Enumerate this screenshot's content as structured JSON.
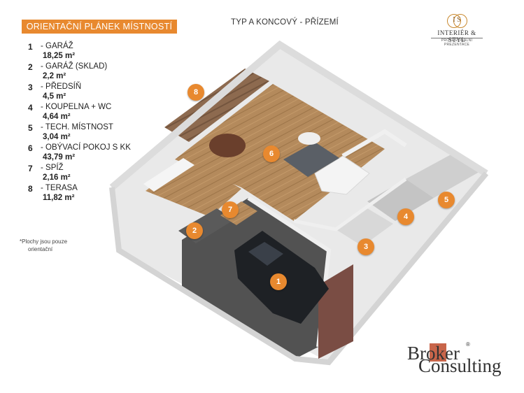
{
  "header": {
    "badge_text": "ORIENTAČNÍ PLÁNEK MÍSTNOSTÍ",
    "plan_title": "TYP A KONCOVÝ - PŘÍZEMÍ"
  },
  "rooms": [
    {
      "number": "1",
      "name": "- GARÁŽ",
      "area": "18,25 m²"
    },
    {
      "number": "2",
      "name": "- GARÁŽ (SKLAD)",
      "area": "2,2 m²"
    },
    {
      "number": "3",
      "name": "- PŘEDSÍŇ",
      "area": "4,5 m²"
    },
    {
      "number": "4",
      "name": "- KOUPELNA + WC",
      "area": "4,64 m²"
    },
    {
      "number": "5",
      "name": "- TECH. MÍSTNOST",
      "area": "3,04 m²"
    },
    {
      "number": "6",
      "name": "- OBÝVACÍ POKOJ S KK",
      "area": "43,79 m²"
    },
    {
      "number": "7",
      "name": "- SPÍŽ",
      "area": "2,16 m²"
    },
    {
      "number": "8",
      "name": "- TERASA",
      "area": "11,82 m²"
    }
  ],
  "footnote": {
    "line1": "*Plochy jsou pouze",
    "line2": "orientační"
  },
  "logo_interier": {
    "monogram": "I S",
    "name": "INTERIÉR & STYL",
    "tagline": "PROFESIONÁLNÍ PREZENTACE"
  },
  "logo_broker": {
    "line1": "Broker",
    "line2": "Consulting",
    "registered": "®"
  },
  "markers": [
    "8",
    "6",
    "7",
    "2",
    "1",
    "3",
    "4",
    "5"
  ],
  "colors": {
    "accent": "#e8892f",
    "broker_box": "#c8654a",
    "floor_wood": "#b08457",
    "wall": "#f2f2f2"
  }
}
